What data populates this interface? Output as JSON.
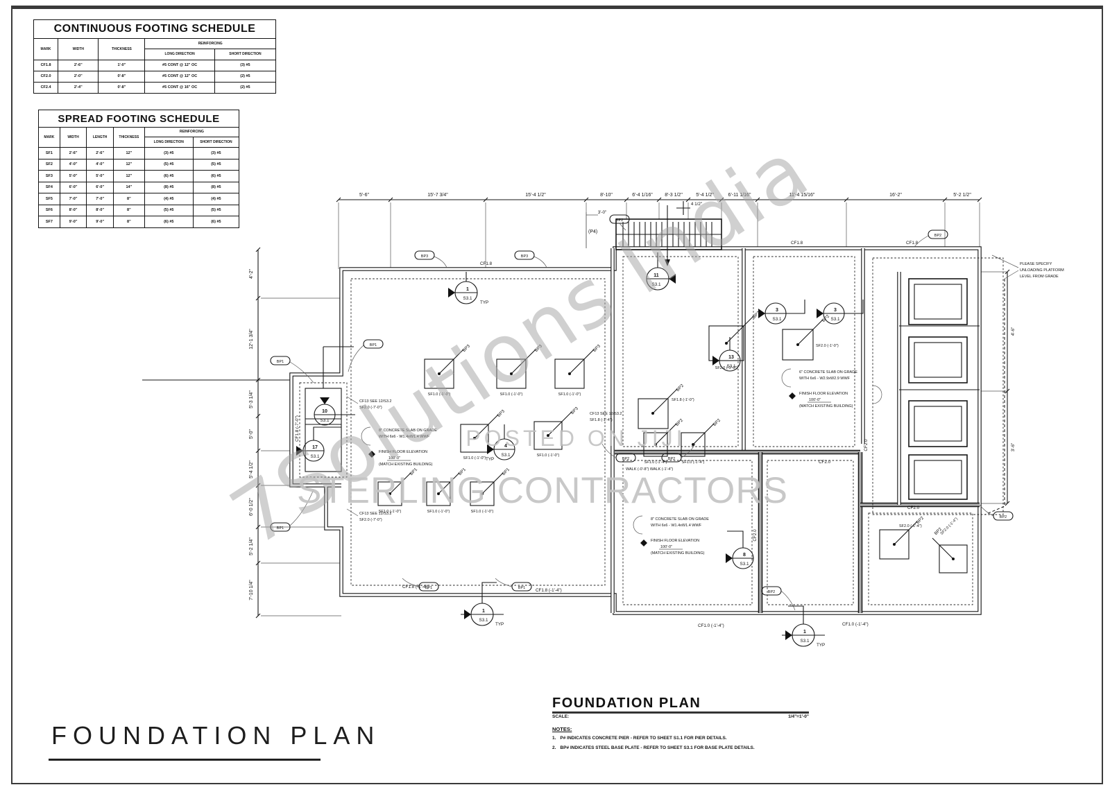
{
  "watermarks": {
    "diagonal": "7Solutions India",
    "posted": "POSTED ON JIJI",
    "sterling": "STERLING CONTRACTORS"
  },
  "main_title": "FOUNDATION PLAN",
  "titleblock": {
    "title": "FOUNDATION PLAN",
    "scale_label": "SCALE:",
    "scale_value": "1/4\"=1'-0\"",
    "notes_label": "NOTES:",
    "note1_num": "1.",
    "note1": "P# INDICATES CONCRETE PIER - REFER TO SHEET S1.1 FOR PIER DETAILS.",
    "note2_num": "2.",
    "note2": "BP# INDICATES STEEL BASE PLATE - REFER TO SHEET S3.1 FOR BASE PLATE DETAILS."
  },
  "schedules": {
    "continuous": {
      "title": "CONTINUOUS FOOTING SCHEDULE",
      "h_mark": "MARK",
      "h_width": "WIDTH",
      "h_thickness": "THICKNESS",
      "h_reinf": "REINFORCING",
      "h_long": "LONG DIRECTION",
      "h_short": "SHORT DIRECTION",
      "rows": [
        {
          "mark": "CF1.8",
          "width": "2'-6\"",
          "thickness": "1'-0\"",
          "long": "#5 CONT @ 12\" OC",
          "short": "(3) #5"
        },
        {
          "mark": "CF2.0",
          "width": "2'-0\"",
          "thickness": "0'-8\"",
          "long": "#5 CONT @ 12\" OC",
          "short": "(2) #5"
        },
        {
          "mark": "CF2.4",
          "width": "2'-4\"",
          "thickness": "0'-8\"",
          "long": "#5 CONT @ 16\" OC",
          "short": "(2) #5"
        }
      ]
    },
    "spread": {
      "title": "SPREAD FOOTING SCHEDULE",
      "h_mark": "MARK",
      "h_width": "WIDTH",
      "h_length": "LENGTH",
      "h_thickness": "THICKNESS",
      "h_reinf": "REINFORCING",
      "h_long": "LONG DIRECTION",
      "h_short": "SHORT DIRECTION",
      "rows": [
        {
          "mark": "SF1",
          "width": "2'-6\"",
          "length": "2'-6\"",
          "thickness": "12\"",
          "long": "(3) #5",
          "short": "(3) #5"
        },
        {
          "mark": "SF2",
          "width": "4'-0\"",
          "length": "4'-0\"",
          "thickness": "12\"",
          "long": "(5) #5",
          "short": "(5) #5"
        },
        {
          "mark": "SF3",
          "width": "5'-0\"",
          "length": "5'-0\"",
          "thickness": "12\"",
          "long": "(6) #5",
          "short": "(6) #5"
        },
        {
          "mark": "SF4",
          "width": "6'-0\"",
          "length": "6'-0\"",
          "thickness": "14\"",
          "long": "(8) #5",
          "short": "(8) #5"
        },
        {
          "mark": "SF5",
          "width": "7'-0\"",
          "length": "7'-0\"",
          "thickness": "8\"",
          "long": "(4) #5",
          "short": "(4) #5"
        },
        {
          "mark": "SF6",
          "width": "8'-0\"",
          "length": "8'-0\"",
          "thickness": "8\"",
          "long": "(5) #5",
          "short": "(5) #5"
        },
        {
          "mark": "SF7",
          "width": "9'-0\"",
          "length": "9'-0\"",
          "thickness": "8\"",
          "long": "(6) #5",
          "short": "(6) #5"
        }
      ]
    }
  },
  "plan": {
    "dims_top": [
      "5'-6\"",
      "15'-7 3/4\"",
      "15'-4 1/2\"",
      "8'-10\"",
      "6'-4 1/16\"",
      "8'-3 1/2\"",
      "5'-4 1/2\"",
      "6'-11 1/16\"",
      "11'-4 15/16\"",
      "16'-2\"",
      "5'-2 1/2\""
    ],
    "dims_left": [
      "4'-2\"",
      "12'-1 3/4\"",
      "5'-3 1/4\"",
      "5'-0\"",
      "5'-4 1/2\"",
      "6'-0 1/2\"",
      "5'-2 1/4\"",
      "7'-10 1/4\""
    ],
    "dims_right": [
      "4'-6\"",
      "3'-6\""
    ],
    "dim_stair": "3'-0\"",
    "dim_stair2": "4 1/2\"",
    "callouts": [
      {
        "num": "1",
        "sheet": "S3.1",
        "suffix": "TYP"
      },
      {
        "num": "11",
        "sheet": "S3.1",
        "suffix": ""
      },
      {
        "num": "3",
        "sheet": "S3.1",
        "suffix": ""
      },
      {
        "num": "3",
        "sheet": "S3.1",
        "suffix": ""
      },
      {
        "num": "13",
        "sheet": "S3.1",
        "suffix": ""
      },
      {
        "num": "10",
        "sheet": "S3.1",
        "suffix": ""
      },
      {
        "num": "17",
        "sheet": "S3.1",
        "suffix": ""
      },
      {
        "num": "4",
        "sheet": "S3.1",
        "suffix": "TYP"
      },
      {
        "num": "1",
        "sheet": "S3.1",
        "suffix": "TYP"
      },
      {
        "num": "1",
        "sheet": "S3.1",
        "suffix": "TYP"
      },
      {
        "num": "8",
        "sheet": "S3.1",
        "suffix": ""
      }
    ],
    "footings": [
      {
        "label": "SF1.0 (-1'-0\")",
        "tag": "BP3"
      },
      {
        "label": "SF1.0 (-1'-0\")",
        "tag": "BP3"
      },
      {
        "label": "SF1.0 (-1'-0\")",
        "tag": "BP3"
      },
      {
        "label": "SF1.0 (-1'-0\")",
        "tag": "BP3"
      },
      {
        "label": "SF1.0 (-1'-0\")",
        "tag": "BP3"
      },
      {
        "label": "SF1.0 (-1'-0\")",
        "tag": "BP1"
      },
      {
        "label": "SF1.0 (-1'-0\")",
        "tag": "BP1"
      },
      {
        "label": "SF1.0 (-1'-0\")",
        "tag": "BP1"
      },
      {
        "label": "SF1.8 (-1'-0\")",
        "tag": "BP2"
      },
      {
        "label": "SF1.0 (-1'-4\")",
        "tag": "BP2"
      },
      {
        "label": "SF1.0 (-1'-4\")",
        "tag": "BP2"
      },
      {
        "label": "SF2.0 (-1'-0\")",
        "tag": "BP2"
      },
      {
        "label": "SF2.0 (-1'-0\")",
        "tag": "BP2"
      },
      {
        "label": "SF2.0 (-1'-4\")",
        "tag": "BP2"
      },
      {
        "label": "SF2.0 (-1'-4\")",
        "tag": "BP2"
      }
    ],
    "ovals": [
      "BP3",
      "BP3",
      "BP2",
      "BP2",
      "BP1",
      "BP1",
      "BP1",
      "BP1",
      "BP1",
      "BP2",
      "BP2",
      "BP2",
      "BP2"
    ],
    "wall_labels": [
      "CF1.8",
      "CF1.8",
      "CF1.8",
      "CF1.8 (-1'-4\")",
      "CF1.8 (-1'-4\")",
      "CF1.0 (-1'-4\")",
      "CF1.0 (-1'-4\")",
      "CF2.0",
      "CF2.0",
      "CF2.0",
      "CF1.8 (-7'-0\")",
      "CF2.0"
    ],
    "notes": {
      "cf1a": "CF13 SEE 12/S3.2",
      "cf1b": "SF2.0 (-7'-0\")",
      "cf2a": "CF13 SEE 12/S3.2",
      "cf2b": "SF2.0 (-7'-0\")",
      "cf3a": "CF13 SEE 12/S3.2",
      "cf3b": "SF1.8 (-1'-4\")",
      "walk": "WALK (-0'-8\")    WALK (-1'-4\")",
      "p4": "(P4)",
      "platform": [
        "PLEASE SPECIFY",
        "UNLOADING PLATFORM",
        "LEVEL FROM GRADE"
      ],
      "slabA": [
        "8\" CONCRETE SLAB ON GRADE",
        "WITH 6x6 - W1.4xW1.4 WWF",
        "FINISH FLOOR ELEVATION",
        "100'-0\"",
        "(MATCH EXISTING BUILDING)"
      ],
      "slabB": [
        "6\" CONCRETE SLAB ON GRADE",
        "WITH 6x6 - W2.9xW2.9 WWF",
        "FINISH FLOOR ELEVATION",
        "100'-0\"",
        "(MATCH EXISTING BUILDING)"
      ],
      "slabC": [
        "8\" CONCRETE SLAB ON GRADE",
        "WITH 6x6 - W1.4xW1.4 WWF",
        "FINISH FLOOR ELEVATION",
        "100'-0\"",
        "(MATCH EXISTING BUILDING)"
      ]
    }
  }
}
